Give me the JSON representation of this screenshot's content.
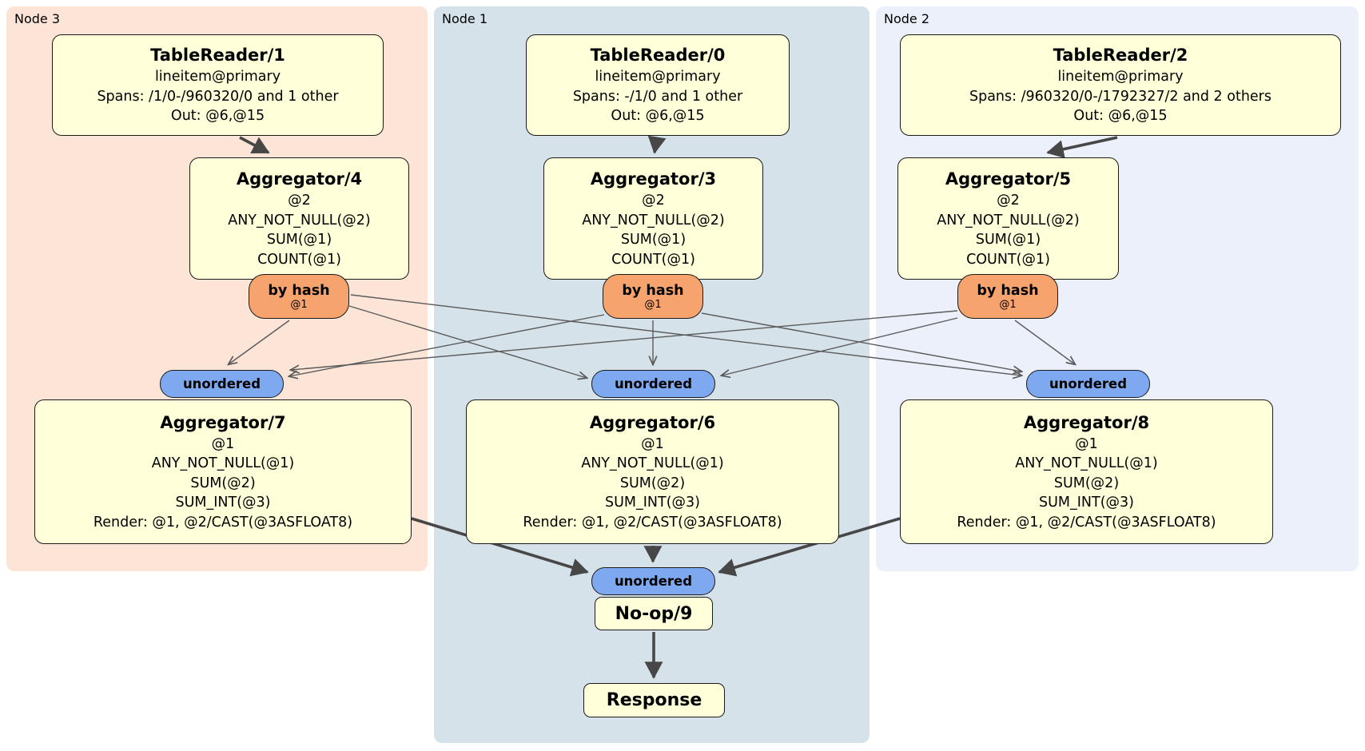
{
  "sections": [
    {
      "label": "Node 3",
      "bg": "#fce4d7"
    },
    {
      "label": "Node 1",
      "bg": "#d5e2ea"
    },
    {
      "label": "Node 2",
      "bg": "#ebf0fa"
    }
  ],
  "boxes": {
    "tr1": {
      "title": "TableReader/1",
      "lines": [
        "lineitem@primary",
        "Spans: /1/0-/960320/0 and 1 other",
        "Out: @6,@15"
      ]
    },
    "tr0": {
      "title": "TableReader/0",
      "lines": [
        "lineitem@primary",
        "Spans: -/1/0 and 1 other",
        "Out: @6,@15"
      ]
    },
    "tr2": {
      "title": "TableReader/2",
      "lines": [
        "lineitem@primary",
        "Spans: /960320/0-/1792327/2 and 2 others",
        "Out: @6,@15"
      ]
    },
    "agg4": {
      "title": "Aggregator/4",
      "lines": [
        "@2",
        "ANY_NOT_NULL(@2)",
        "SUM(@1)",
        "COUNT(@1)"
      ]
    },
    "agg3": {
      "title": "Aggregator/3",
      "lines": [
        "@2",
        "ANY_NOT_NULL(@2)",
        "SUM(@1)",
        "COUNT(@1)"
      ]
    },
    "agg5": {
      "title": "Aggregator/5",
      "lines": [
        "@2",
        "ANY_NOT_NULL(@2)",
        "SUM(@1)",
        "COUNT(@1)"
      ]
    },
    "agg7": {
      "title": "Aggregator/7",
      "lines": [
        "@1",
        "ANY_NOT_NULL(@1)",
        "SUM(@2)",
        "SUM_INT(@3)",
        "Render: @1, @2/CAST(@3ASFLOAT8)"
      ]
    },
    "agg6": {
      "title": "Aggregator/6",
      "lines": [
        "@1",
        "ANY_NOT_NULL(@1)",
        "SUM(@2)",
        "SUM_INT(@3)",
        "Render: @1, @2/CAST(@3ASFLOAT8)"
      ]
    },
    "agg8": {
      "title": "Aggregator/8",
      "lines": [
        "@1",
        "ANY_NOT_NULL(@1)",
        "SUM(@2)",
        "SUM_INT(@3)",
        "Render: @1, @2/CAST(@3ASFLOAT8)"
      ]
    },
    "noop": {
      "title": "No-op/9"
    },
    "response": {
      "title": "Response"
    }
  },
  "router": {
    "label": "by hash",
    "sub": "@1"
  },
  "sync": {
    "label": "unordered"
  },
  "colors": {
    "box_fill": "#ffffd9",
    "router_fill": "#f7a36e",
    "sync_fill": "#7ea9f0",
    "edge_thin": "#5a5a5a",
    "edge_thick": "#474747",
    "node3_bg": "#fce4d7",
    "node1_bg": "#d5e2ea",
    "node2_bg": "#ebf0fa"
  }
}
